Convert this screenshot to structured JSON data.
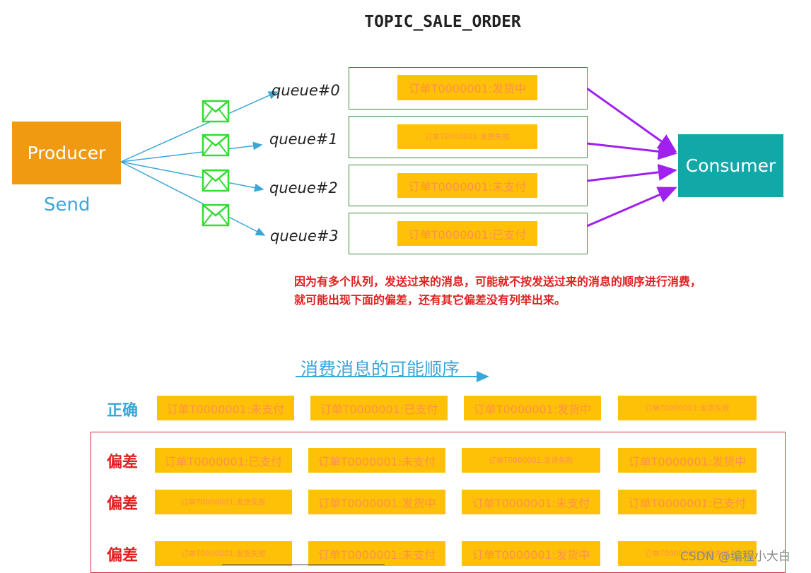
{
  "title": "TOPIC_SALE_ORDER",
  "producer": {
    "label": "Producer",
    "send_label": "Send"
  },
  "consumer": {
    "label": "Consumer"
  },
  "queues": [
    {
      "label": "queue#0",
      "message": "订单T0000001:发货中"
    },
    {
      "label": "queue#1",
      "message": "订单T0000001:发货失败"
    },
    {
      "label": "queue#2",
      "message": "订单T0000001:未支付"
    },
    {
      "label": "queue#3",
      "message": "订单T0000001:已支付"
    }
  ],
  "note": {
    "line1": "因为有多个队列，发送过来的消息，可能就不按发送过来的消息的顺序进行消费，",
    "line2": "就可能出现下面的偏差，还有其它偏差没有列举出来。"
  },
  "sequence_title": "消费消息的可能顺序",
  "rows": [
    {
      "label": "正确",
      "label_color": "#3aa7d8",
      "items": [
        "订单T0000001:未支付",
        "订单T0000001:已支付",
        "订单T0000001:发货中",
        "订单T0000001:发货失败"
      ]
    },
    {
      "label": "偏差",
      "label_color": "#e02020",
      "items": [
        "订单T0000001:已支付",
        "订单T0000001:未支付",
        "订单T0000001:发货失败",
        "订单T0000001:发货中"
      ]
    },
    {
      "label": "偏差",
      "label_color": "#e02020",
      "items": [
        "订单T0000001:发货失败",
        "订单T0000001:发货中",
        "订单T0000001:未支付",
        "订单T0000001:已支付"
      ]
    },
    {
      "label": "偏差",
      "label_color": "#e02020",
      "items": [
        "订单T0000001:发货失败",
        "订单T0000001:未支付",
        "订单T0000001:发货中",
        "订单T0000001:发货失败"
      ]
    }
  ],
  "watermark": "CSDN @编程小大白",
  "colors": {
    "producer": "#f09a12",
    "consumer": "#12a8a8",
    "order_fill": "#ffc107",
    "order_text": "#ff8f4a",
    "arrow_blue": "#3aa7d8",
    "arrow_purple": "#a020f0",
    "envelope": "#33dd33",
    "note": "#e02020"
  },
  "icons": [
    "envelope-icon",
    "arrow-right-icon"
  ]
}
